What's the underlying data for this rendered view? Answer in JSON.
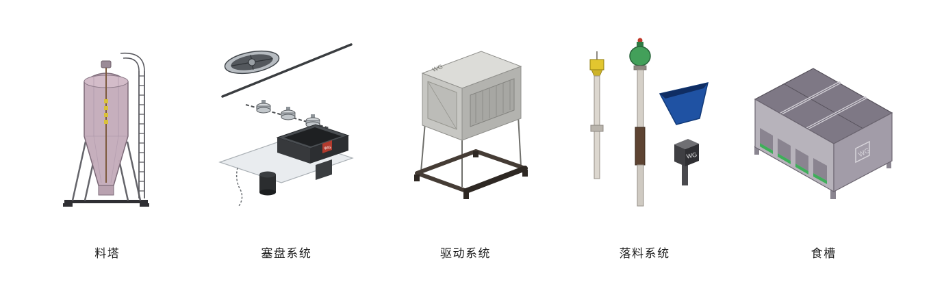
{
  "page": {
    "background": "#ffffff"
  },
  "logo": {
    "text": "WG"
  },
  "colors": {
    "label_text": "#1f1f1f",
    "silo_body": "#c3abb9",
    "hopper_blue": "#1f52a3",
    "accent_green": "#3fae5a",
    "logo_red": "#b23b2e",
    "frame_dark": "#453c35"
  },
  "products": [
    {
      "id": "feed-silo",
      "label": "料塔"
    },
    {
      "id": "plug-disk-system",
      "label": "塞盘系统"
    },
    {
      "id": "drive-system",
      "label": "驱动系统"
    },
    {
      "id": "drop-feed-system",
      "label": "落料系统"
    },
    {
      "id": "feed-trough",
      "label": "食槽"
    }
  ]
}
